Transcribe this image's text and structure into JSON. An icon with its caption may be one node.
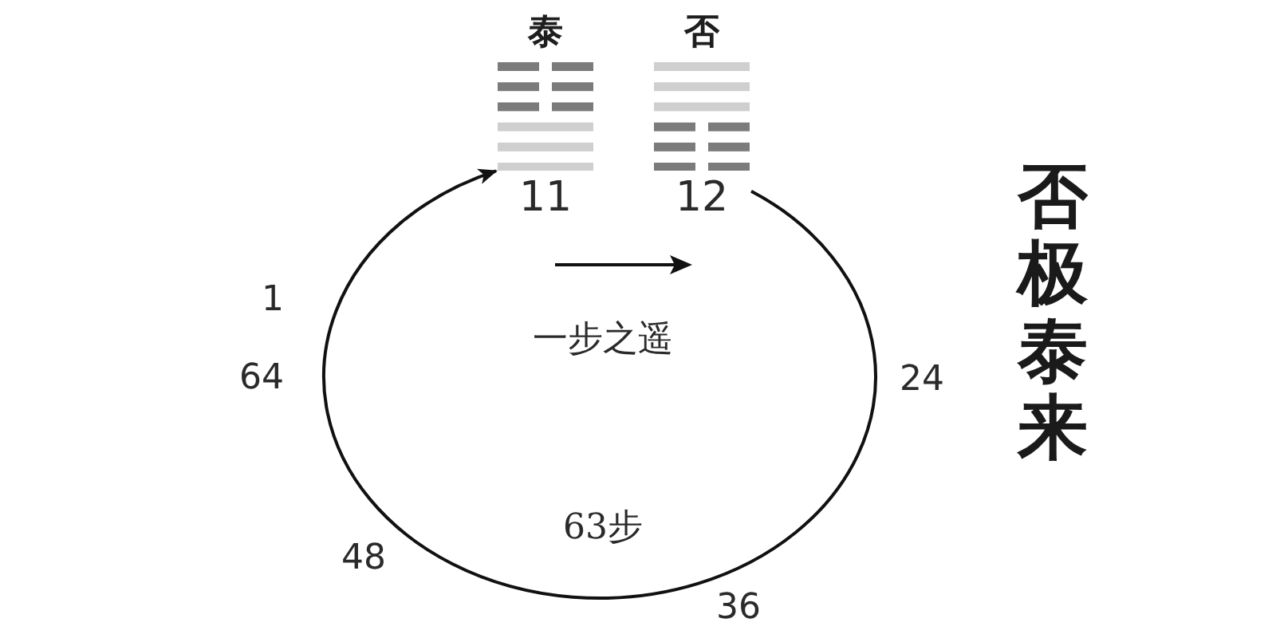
{
  "diagram": {
    "title": "否极泰来",
    "nodes": [
      {
        "text": [
          "泰",
          "11"
        ]
      },
      {
        "text": [
          "否",
          "12"
        ]
      }
    ],
    "edges": [
      {
        "from": 1,
        "to": 0,
        "arrow": "to"
      }
    ],
    "labels": [
      "1",
      "一步之遥",
      "64",
      "24",
      "63步",
      "48",
      "36"
    ]
  }
}
